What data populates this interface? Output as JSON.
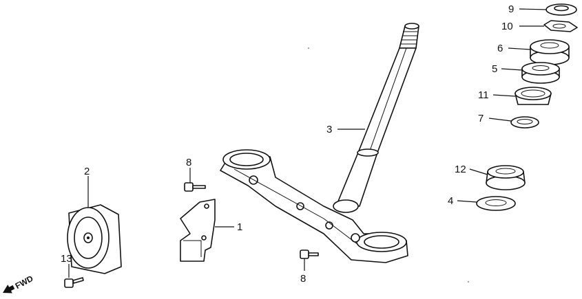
{
  "diagram": {
    "callouts": [
      {
        "id": "p9",
        "text": "9"
      },
      {
        "id": "p10",
        "text": "10"
      },
      {
        "id": "p6",
        "text": "6"
      },
      {
        "id": "p5",
        "text": "5"
      },
      {
        "id": "p11",
        "text": "11"
      },
      {
        "id": "p7",
        "text": "7"
      },
      {
        "id": "p3",
        "text": "3"
      },
      {
        "id": "p12",
        "text": "12"
      },
      {
        "id": "p4",
        "text": "4"
      },
      {
        "id": "p2",
        "text": "2"
      },
      {
        "id": "p8a",
        "text": "8"
      },
      {
        "id": "p1",
        "text": "1"
      },
      {
        "id": "p8b",
        "text": "8"
      },
      {
        "id": "p13",
        "text": "13"
      }
    ],
    "direction_marker": {
      "text": "FWD",
      "icon": "arrow-left-icon"
    }
  }
}
